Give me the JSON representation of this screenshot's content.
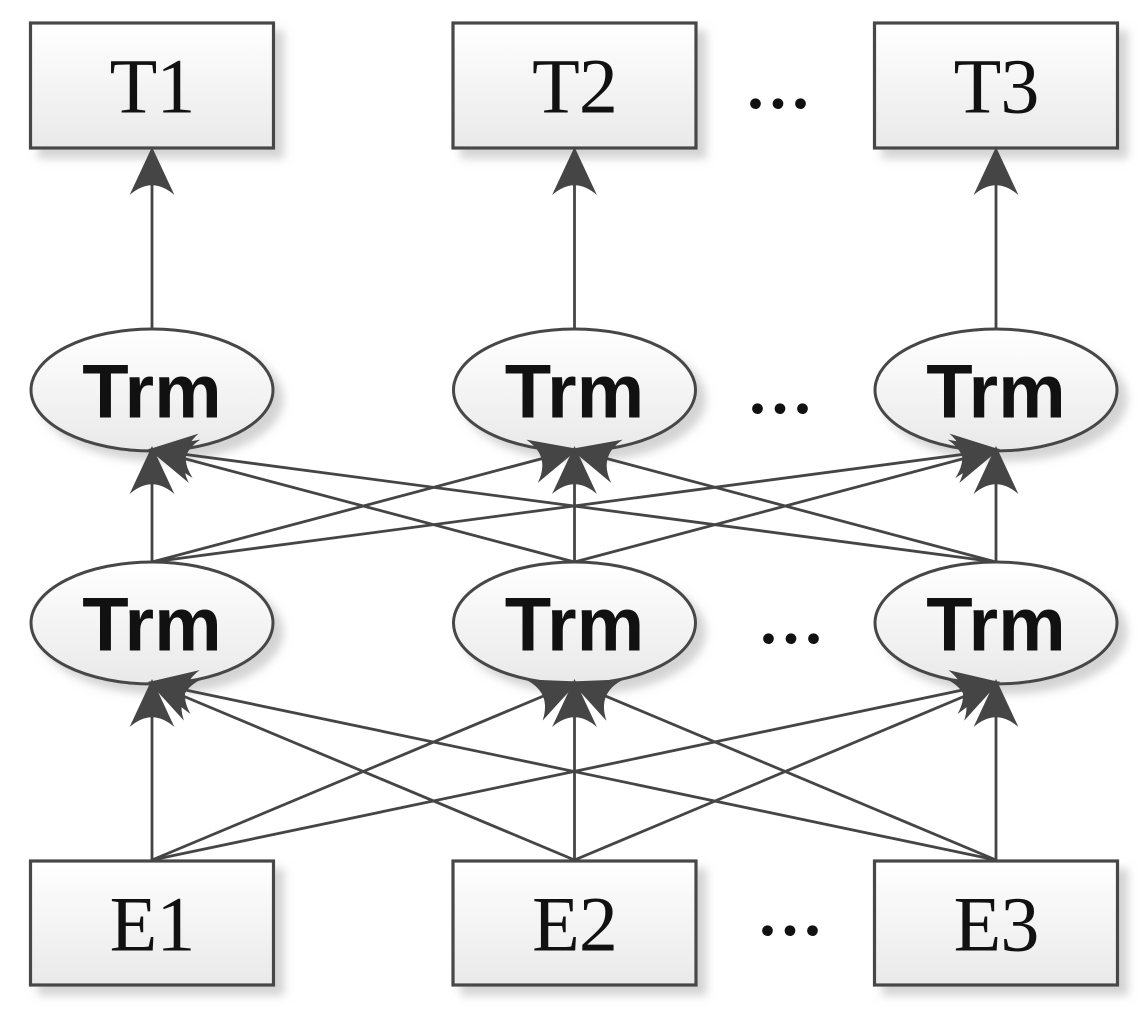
{
  "diagram": {
    "colors": {
      "background": "#ffffff",
      "line": "#454545",
      "border": "#464646",
      "fill_top": "#ffffff",
      "fill_bottom": "#e9e9e9",
      "text": "#111111",
      "shadow": "#b0b0b0"
    },
    "outputs": [
      {
        "label": "T1"
      },
      {
        "label": "T2"
      },
      {
        "label": "T3"
      }
    ],
    "trm_upper": [
      {
        "label": "Trm"
      },
      {
        "label": "Trm"
      },
      {
        "label": "Trm"
      }
    ],
    "trm_lower": [
      {
        "label": "Trm"
      },
      {
        "label": "Trm"
      },
      {
        "label": "Trm"
      }
    ],
    "inputs": [
      {
        "label": "E1"
      },
      {
        "label": "E2"
      },
      {
        "label": "E3"
      }
    ],
    "ellipsis": {
      "outputs": "...",
      "trm_upper": "...",
      "trm_lower": "...",
      "inputs": "..."
    },
    "edges": {
      "trm_upper_to_outputs": [
        [
          0,
          0
        ],
        [
          1,
          1
        ],
        [
          2,
          2
        ]
      ],
      "trm_lower_to_trm_upper": [
        [
          0,
          0
        ],
        [
          0,
          1
        ],
        [
          0,
          2
        ],
        [
          1,
          0
        ],
        [
          1,
          1
        ],
        [
          1,
          2
        ],
        [
          2,
          0
        ],
        [
          2,
          1
        ],
        [
          2,
          2
        ]
      ],
      "inputs_to_trm_lower": [
        [
          0,
          0
        ],
        [
          0,
          1
        ],
        [
          0,
          2
        ],
        [
          1,
          0
        ],
        [
          1,
          1
        ],
        [
          1,
          2
        ],
        [
          2,
          0
        ],
        [
          2,
          1
        ],
        [
          2,
          2
        ]
      ]
    }
  }
}
